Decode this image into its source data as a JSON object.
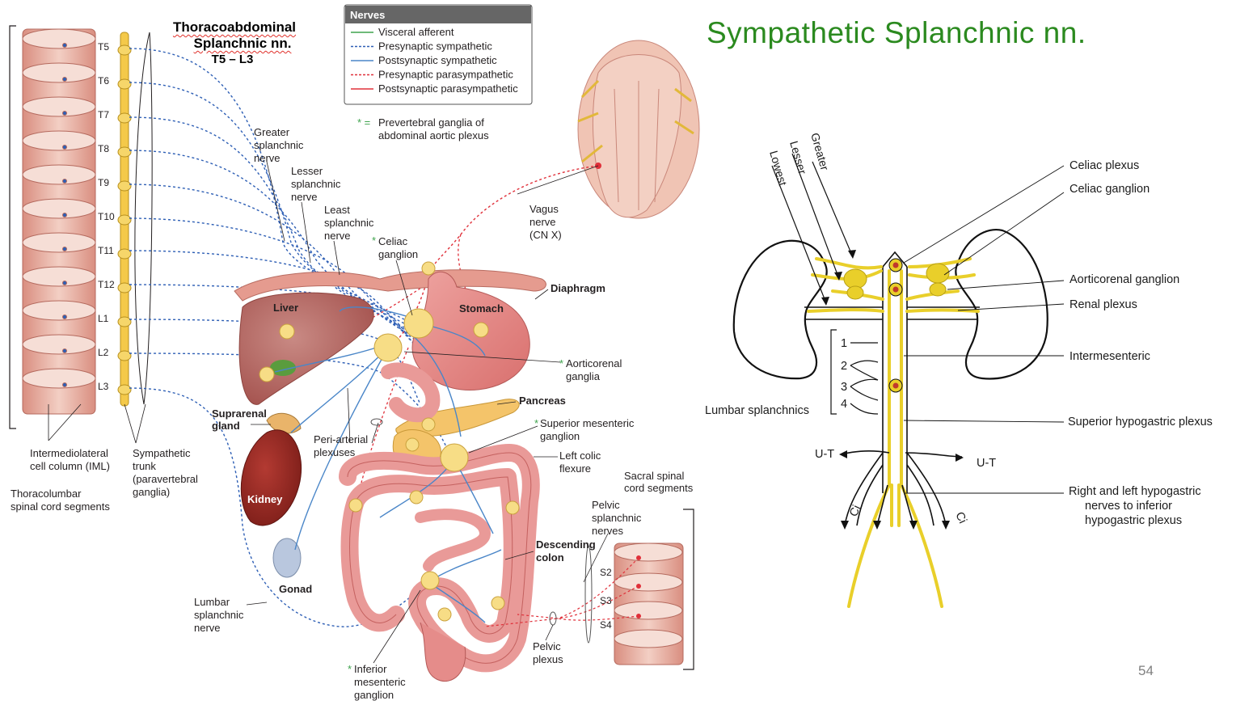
{
  "slide": {
    "title": "Sympathetic Splanchnic nn.",
    "page_number": "54"
  },
  "left_figure": {
    "overlay_title": {
      "line1": "Thoracoabdominal",
      "line2": "Splanchnic nn.",
      "line3": "T5 – L3"
    },
    "legend": {
      "header": "Nerves",
      "items": [
        {
          "label": "Visceral afferent",
          "color": "#3fa34d",
          "style": "solid"
        },
        {
          "label": "Presynaptic  sympathetic",
          "color": "#2e5fb5",
          "style": "dashed"
        },
        {
          "label": "Postsynaptic sympathetic",
          "color": "#4a86c8",
          "style": "solid"
        },
        {
          "label": "Presynaptic  parasympathetic",
          "color": "#e0303a",
          "style": "dashed"
        },
        {
          "label": "Postsynaptic parasympathetic",
          "color": "#e0303a",
          "style": "solid"
        }
      ],
      "note_symbol": "* =",
      "note_line1": "Prevertebral ganglia of",
      "note_line2": "abdominal aortic plexus"
    },
    "segments": [
      "T5",
      "T6",
      "T7",
      "T8",
      "T9",
      "T10",
      "T11",
      "T12",
      "L1",
      "L2",
      "L3"
    ],
    "sacral_segments": [
      "S2",
      "S3",
      "S4"
    ],
    "labels": {
      "greater": [
        "Greater",
        "splanchnic",
        "nerve"
      ],
      "lesser": [
        "Lesser",
        "splanchnic",
        "nerve"
      ],
      "least": [
        "Least",
        "splanchnic",
        "nerve"
      ],
      "celiac": [
        "Celiac",
        "ganglion"
      ],
      "vagus": [
        "Vagus",
        "nerve",
        "(CN X)"
      ],
      "diaphragm": "Diaphragm",
      "liver": "Liver",
      "stomach": "Stomach",
      "aorticorenal": [
        "Aorticorenal",
        "ganglia"
      ],
      "pancreas": "Pancreas",
      "suprarenal": [
        "Suprarenal",
        "gland"
      ],
      "periarterial": [
        "Peri-arterial",
        "plexuses"
      ],
      "sup_mesenteric": [
        "Superior mesenteric",
        "ganglion"
      ],
      "left_colic": [
        "Left colic",
        "flexure"
      ],
      "kidney": "Kidney",
      "sacral_cord": [
        "Sacral spinal",
        "cord segments"
      ],
      "pelvic_splanchnic": [
        "Pelvic",
        "splanchnic",
        "nerves"
      ],
      "descending_colon": [
        "Descending",
        "colon"
      ],
      "gonad": "Gonad",
      "lumbar_splanchnic": [
        "Lumbar",
        "splanchnic",
        "nerve"
      ],
      "inf_mesenteric": [
        "Inferior",
        "mesenteric",
        "ganglion"
      ],
      "pelvic_plexus": [
        "Pelvic",
        "plexus"
      ],
      "iml": [
        "Intermediolateral",
        "cell column (IML)"
      ],
      "sym_trunk": [
        "Sympathetic",
        "trunk",
        "(paravertebral",
        "ganglia)"
      ],
      "thoracolumbar": [
        "Thoracolumbar",
        "spinal cord segments"
      ]
    }
  },
  "right_figure": {
    "rotated_labels": [
      "Greater",
      "Lesser",
      "Lowest"
    ],
    "labels": {
      "celiac_plexus": "Celiac plexus",
      "celiac_ganglion": "Celiac ganglion",
      "aorticorenal_ganglion": "Aorticorenal ganglion",
      "renal_plexus": "Renal plexus",
      "intermesenteric": "Intermesenteric",
      "lumbar_splanchnics": "Lumbar splanchnics",
      "superior_hypogastric": "Superior hypogastric plexus",
      "ut_left": "U-T",
      "ut_right": "U-T",
      "hypogastric": [
        "Right and left hypogastric",
        "nerves to inferior",
        "hypogastric plexus"
      ],
      "ci_left": "Ci",
      "ci_right": "Ci"
    },
    "lumbar_numbers": [
      "1",
      "2",
      "3",
      "4"
    ]
  }
}
